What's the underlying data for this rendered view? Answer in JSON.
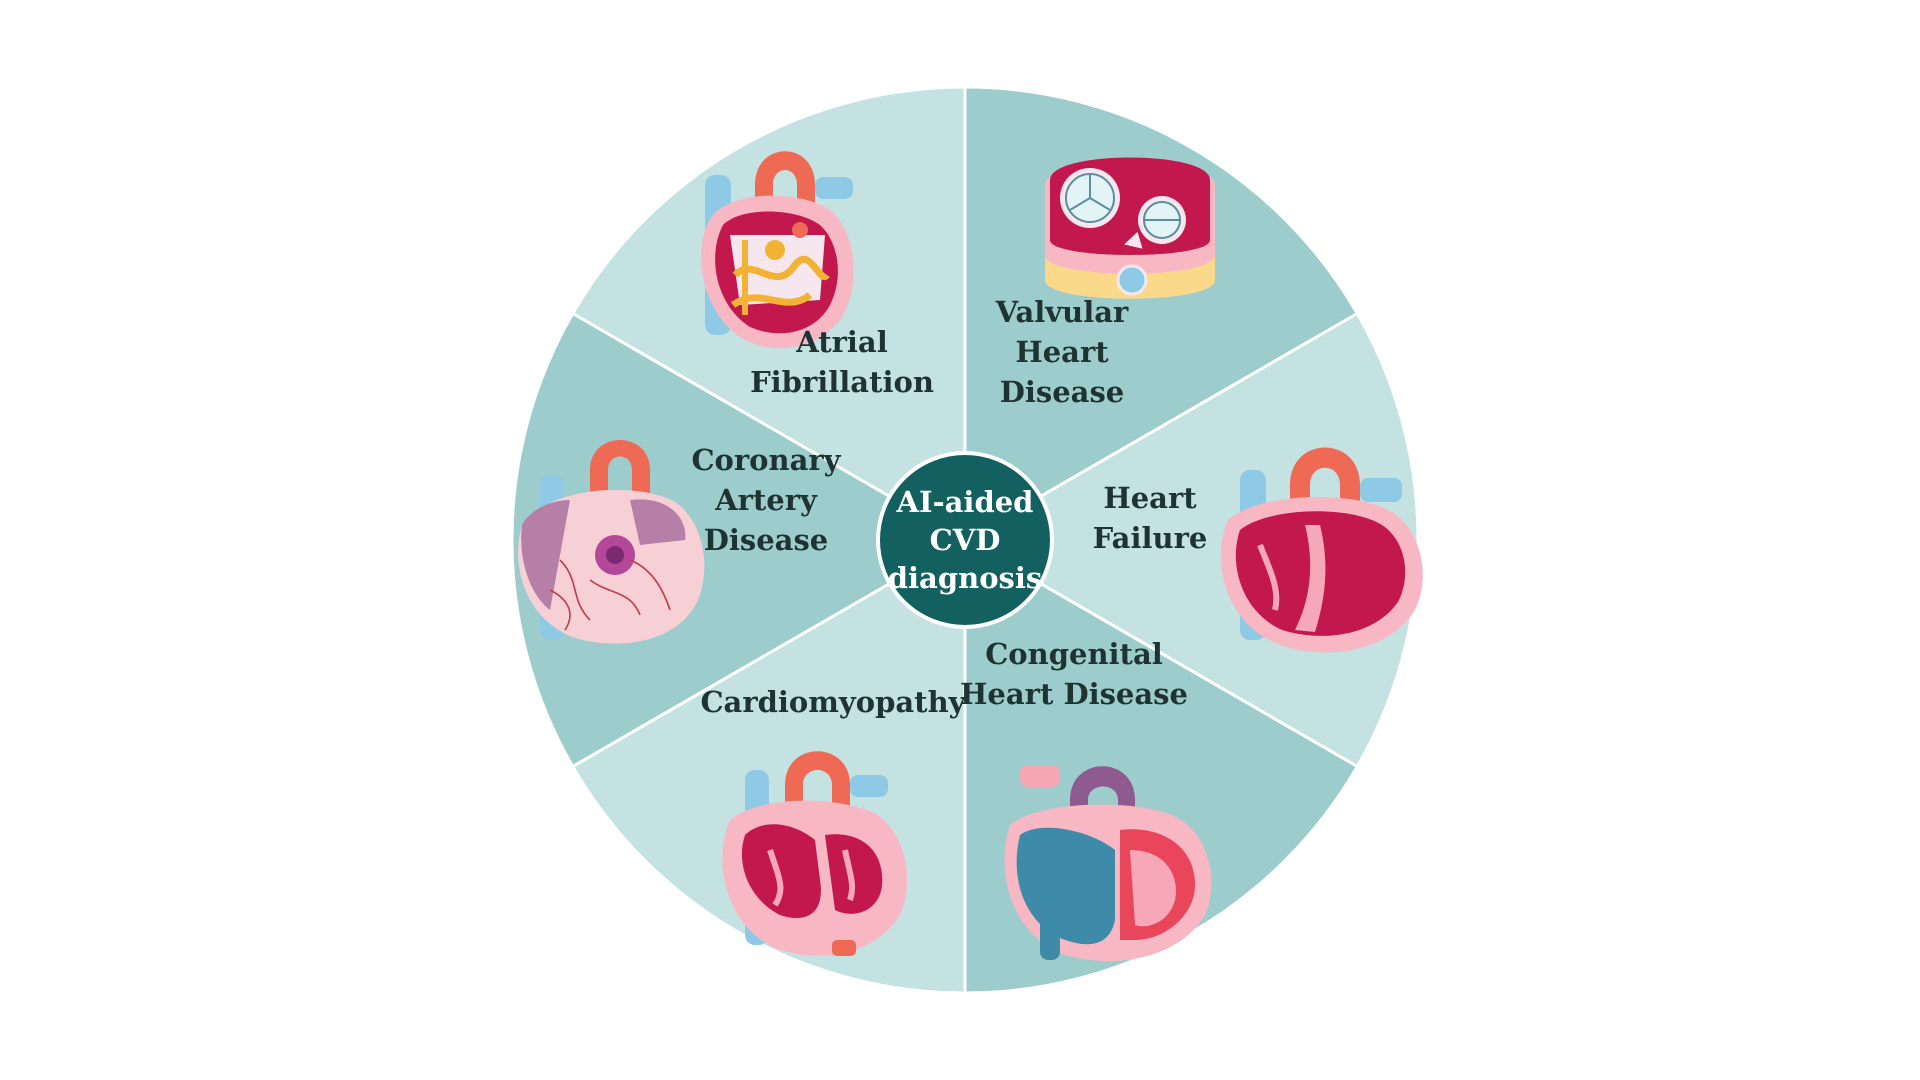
{
  "hub": {
    "lines": [
      "AI-aided",
      "CVD",
      "diagnosis"
    ]
  },
  "segments": [
    {
      "id": "atrial-fibrillation",
      "lines": [
        "Atrial",
        "Fibrillation"
      ],
      "icon": "heart-conduction-icon"
    },
    {
      "id": "valvular-heart-disease",
      "lines": [
        "Valvular",
        "Heart",
        "Disease"
      ],
      "icon": "heart-valves-icon"
    },
    {
      "id": "heart-failure",
      "lines": [
        "Heart",
        "Failure"
      ],
      "icon": "heart-failure-icon"
    },
    {
      "id": "congenital-heart-disease",
      "lines": [
        "Congenital",
        "Heart Disease"
      ],
      "icon": "congenital-heart-icon"
    },
    {
      "id": "cardiomyopathy",
      "lines": [
        "Cardiomyopathy"
      ],
      "icon": "cardiomyopathy-heart-icon"
    },
    {
      "id": "coronary-artery-disease",
      "lines": [
        "Coronary",
        "Artery",
        "Disease"
      ],
      "icon": "coronary-heart-icon"
    }
  ],
  "colors": {
    "segment_light": "#c3e2e1",
    "segment_dark": "#9ccccb",
    "hub": "#12605f",
    "divider": "#ffffff",
    "text": "#1f3432"
  }
}
